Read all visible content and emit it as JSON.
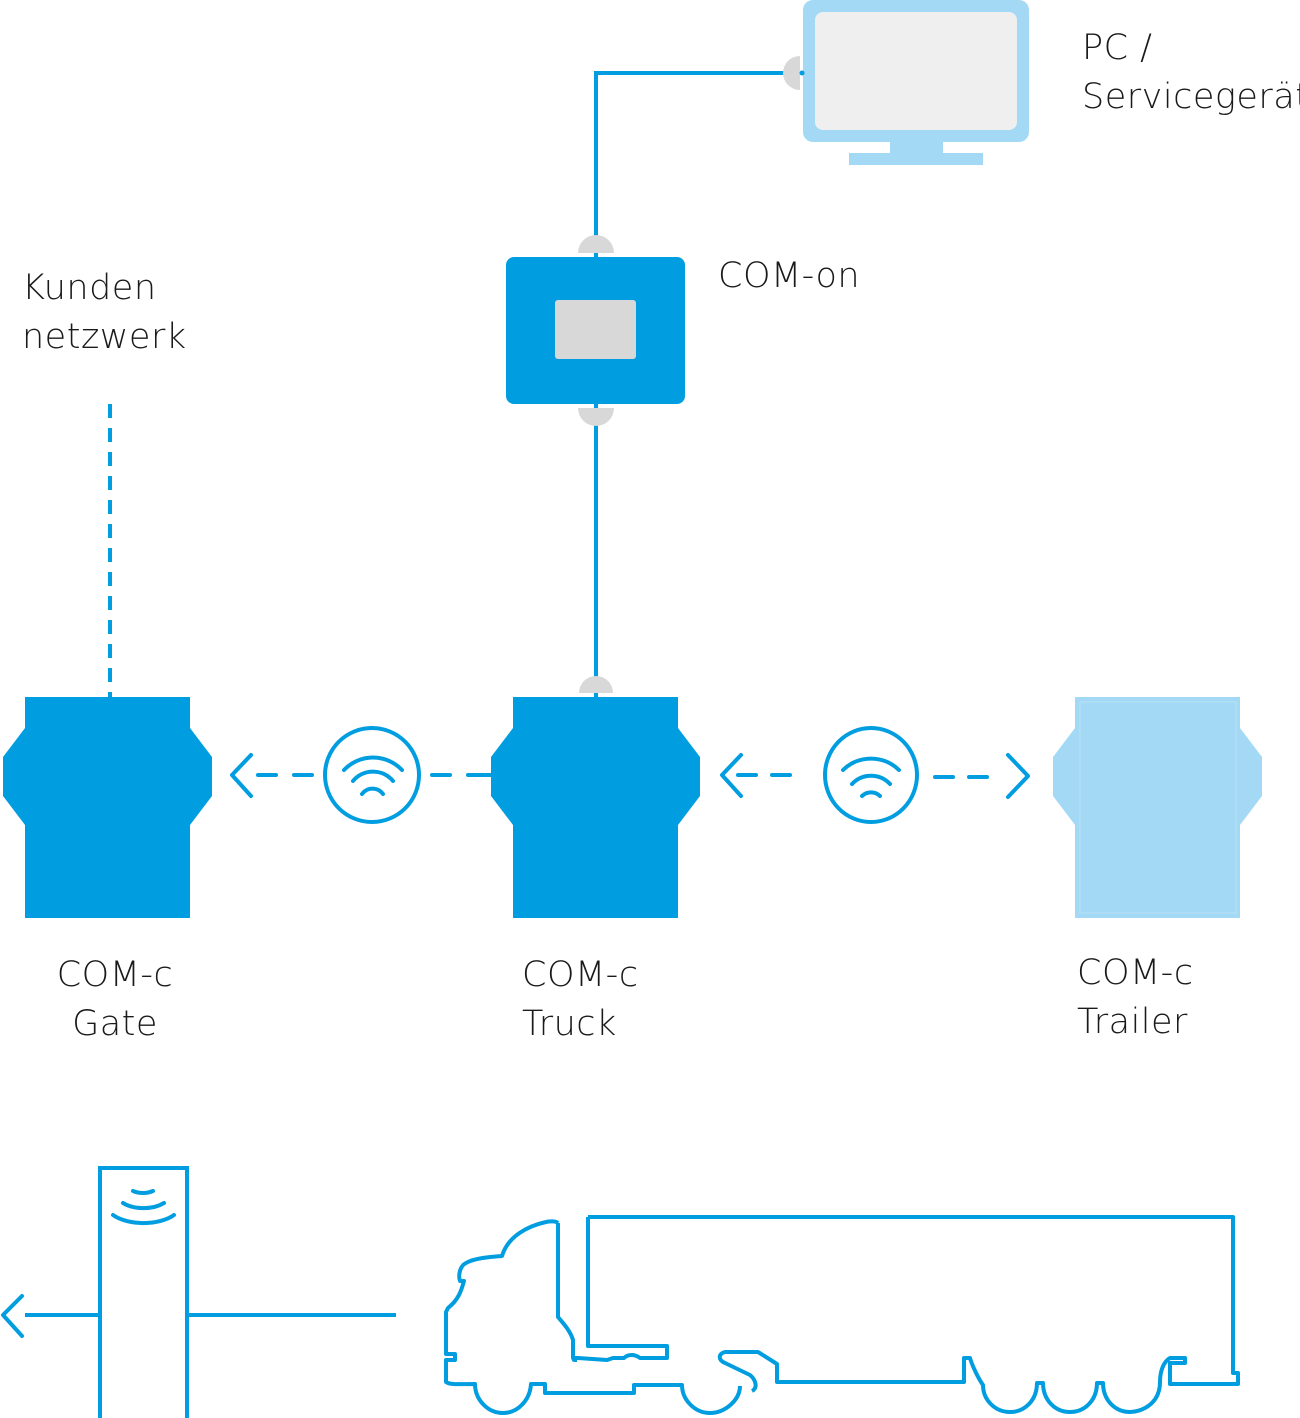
{
  "colors": {
    "primary_blue": "#009ee0",
    "light_blue": "#a3d9f5",
    "connector_gray": "#d8d8d8",
    "screen_gray": "#efefef",
    "text": "#1a1a1a"
  },
  "nodes": {
    "pc": {
      "line1": "PC /",
      "line2": "Servicegerät"
    },
    "com_on": {
      "line1": "COM-on"
    },
    "kundennetzwerk": {
      "line1": "Kunden",
      "line2": "netzwerk"
    },
    "com_c_gate": {
      "line1": "COM-c",
      "line2": "Gate"
    },
    "com_c_truck": {
      "line1": "COM-c",
      "line2": "Truck"
    },
    "com_c_trailer": {
      "line1": "COM-c",
      "line2": "Trailer"
    }
  },
  "icons": {
    "wireless_left": "wifi-signal-icon",
    "wireless_right": "wifi-signal-icon",
    "gate_post": "gate-antenna-icon",
    "truck": "truck-trailer-icon",
    "monitor": "monitor-icon"
  },
  "connections": [
    {
      "from": "pc",
      "to": "com_on",
      "type": "wired"
    },
    {
      "from": "com_on",
      "to": "com_c_truck",
      "type": "wired"
    },
    {
      "from": "com_c_gate",
      "to": "kundennetzwerk",
      "type": "dashed"
    },
    {
      "from": "com_c_truck",
      "to": "com_c_gate",
      "type": "wireless"
    },
    {
      "from": "com_c_truck",
      "to": "com_c_trailer",
      "type": "wireless-bidirectional"
    }
  ]
}
